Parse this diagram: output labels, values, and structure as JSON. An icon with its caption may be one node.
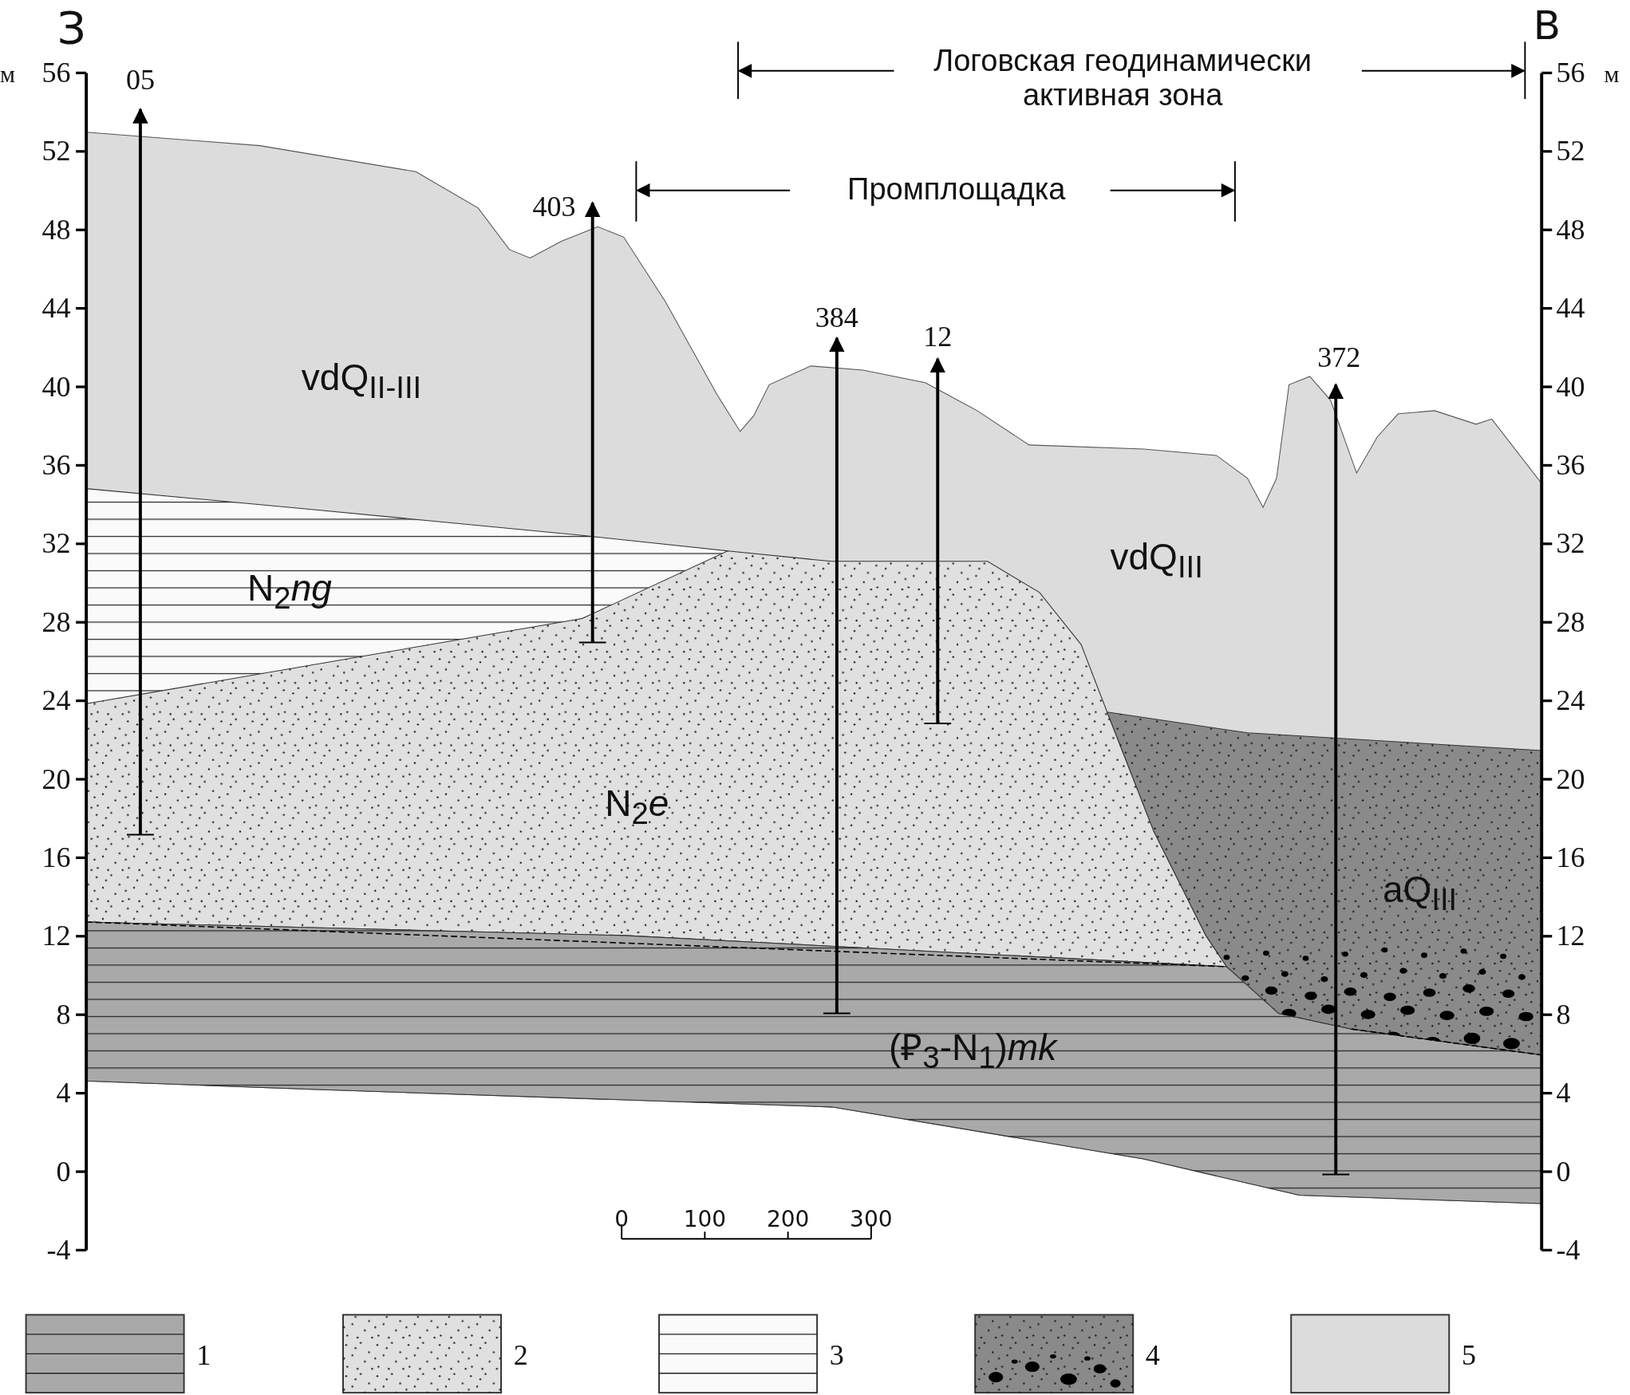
{
  "diagram": {
    "labels": [
      "З",
      "В",
      "Логовская геодинамически активная зона",
      "м",
      "56",
      "52",
      "48",
      "44",
      "40",
      "36",
      "32",
      "28",
      "24",
      "20",
      "16",
      "12",
      "8",
      "4",
      "0",
      "-4",
      "м",
      "56",
      "52",
      "48",
      "44",
      "40",
      "36",
      "32",
      "28",
      "24",
      "20",
      "16",
      "12",
      "8",
      "4",
      "0",
      "-4",
      "05",
      "403",
      "Промплощадка",
      "384",
      "12",
      "372",
      "vdQ$_{II-III}$",
      "N$_{2}$*ng*",
      "vdQ$_{III}$",
      "N$_{2}$*e*",
      "aQ$_{III}$",
      "(₽$_{3}$-N$_{1}$)*mk*",
      "0",
      "100",
      "200",
      "300"
    ],
    "legend": [
      {
        "text": "1"
      },
      {
        "text": "2"
      },
      {
        "text": "3"
      },
      {
        "text": "4"
      },
      {
        "text": "5",
        "color": "#dcdcdc"
      }
    ]
  }
}
